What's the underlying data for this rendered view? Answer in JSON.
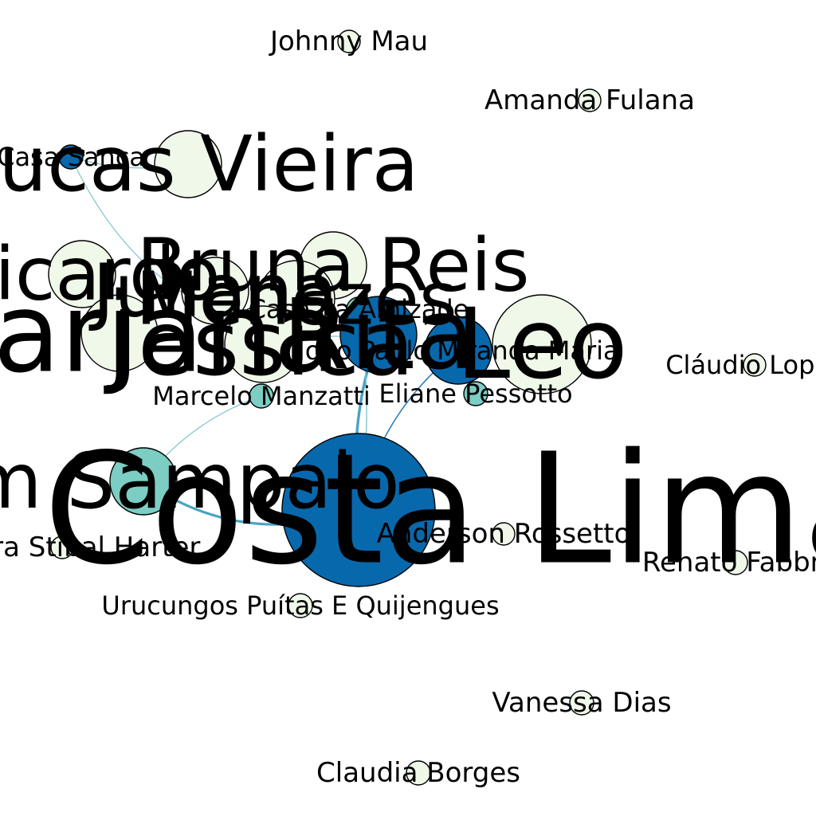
{
  "colors": {
    "light": "#eff8e9",
    "teal": "#7ccdc3",
    "blue": "#0868ac",
    "edge_light": "#7fc4cd",
    "edge_mid": "#4aa3c1",
    "edge_dark": "#2b7fb8"
  },
  "nodes": [
    {
      "id": "johnny",
      "label": "Johnny Mau",
      "color": "light"
    },
    {
      "id": "amanda",
      "label": "Amanda Fulana",
      "color": "light"
    },
    {
      "id": "lucas",
      "label": "Lucas Vieira",
      "color": "light"
    },
    {
      "id": "casasanca",
      "label": "Casa Sanca",
      "color": "blue"
    },
    {
      "id": "ricardo",
      "label": "Ricardo",
      "color": "light"
    },
    {
      "id": "bruna",
      "label": "Bruna Reis",
      "color": "light"
    },
    {
      "id": "juliana",
      "label": "Juliana",
      "color": "light"
    },
    {
      "id": "menezes",
      "label": "Menezes",
      "color": "light"
    },
    {
      "id": "casadaamizade",
      "label": "Casa da Amizade",
      "color": "teal"
    },
    {
      "id": "marjana",
      "label": "Marjana",
      "color": "light"
    },
    {
      "id": "jessica",
      "label": "Jessica",
      "color": "light"
    },
    {
      "id": "rita",
      "label": "Rita",
      "color": "blue"
    },
    {
      "id": "leo",
      "label": "Leo",
      "color": "light"
    },
    {
      "id": "joaopaulo",
      "label": "João Paulo Miranda Maria",
      "color": "blue"
    },
    {
      "id": "claudio",
      "label": "Cláudio Lopes",
      "color": "light"
    },
    {
      "id": "marcelo",
      "label": "Marcelo Manzatti",
      "color": "teal"
    },
    {
      "id": "eliane",
      "label": "Eliane Pessotto",
      "color": "teal"
    },
    {
      "id": "sampaio",
      "label": "Tom Sampaio",
      "color": "teal"
    },
    {
      "id": "costa",
      "label": "Mi Costa Lima",
      "color": "blue"
    },
    {
      "id": "stibal",
      "label": "Sandra Stibal Harter",
      "color": "light"
    },
    {
      "id": "anderson",
      "label": "Anderson Rossetto",
      "color": "light"
    },
    {
      "id": "renato",
      "label": "Renato Fabbri",
      "color": "light"
    },
    {
      "id": "urucungos",
      "label": "Urucungos Puítas E Quijengues",
      "color": "light"
    },
    {
      "id": "vanessa",
      "label": "Vanessa Dias",
      "color": "light"
    },
    {
      "id": "claudia",
      "label": "Claudia Borges",
      "color": "light"
    }
  ],
  "edges": [
    {
      "source": "sampaio",
      "target": "costa",
      "color": "edge_mid"
    },
    {
      "source": "costa",
      "target": "rita",
      "color": "edge_mid"
    },
    {
      "source": "costa",
      "target": "joaopaulo",
      "color": "edge_dark"
    },
    {
      "source": "costa",
      "target": "casadaamizade",
      "color": "edge_light"
    },
    {
      "source": "marcelo",
      "target": "sampaio",
      "color": "edge_light"
    },
    {
      "source": "casasanca",
      "target": "lucas",
      "color": "edge_light"
    },
    {
      "source": "casasanca",
      "target": "rita",
      "color": "edge_light"
    },
    {
      "source": "eliane",
      "target": "joaopaulo",
      "color": "edge_light"
    }
  ]
}
